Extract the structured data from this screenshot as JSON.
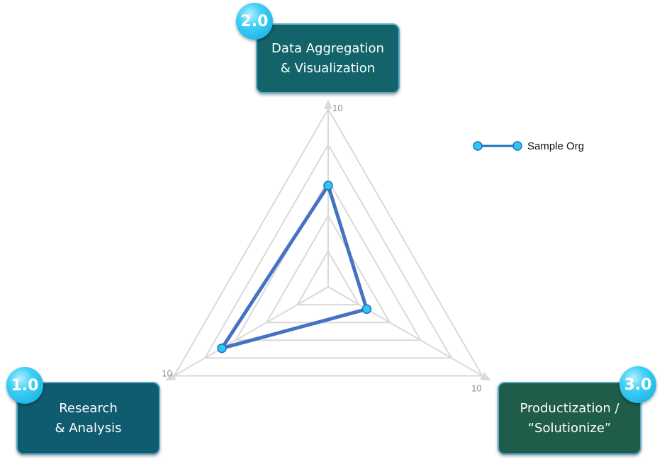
{
  "chart_data": {
    "type": "radar",
    "axis_max": 10,
    "rings": 5,
    "axes": [
      {
        "id": "top",
        "badge": "2.0",
        "label_lines": [
          "Data Aggregation",
          "& Visualization"
        ],
        "max_label": "10"
      },
      {
        "id": "left",
        "badge": "1.0",
        "label_lines": [
          "Research",
          "& Analysis"
        ],
        "max_label": "10"
      },
      {
        "id": "right",
        "badge": "3.0",
        "label_lines": [
          "Productization /",
          "“Solutionize”"
        ],
        "max_label": "10"
      }
    ],
    "series": [
      {
        "name": "Sample Org",
        "values": {
          "top": 5.7,
          "left": 6.9,
          "right": 2.5
        },
        "color": "#4472c4",
        "marker_color": "#2ec7f0"
      }
    ],
    "legend_position": "top-right"
  }
}
